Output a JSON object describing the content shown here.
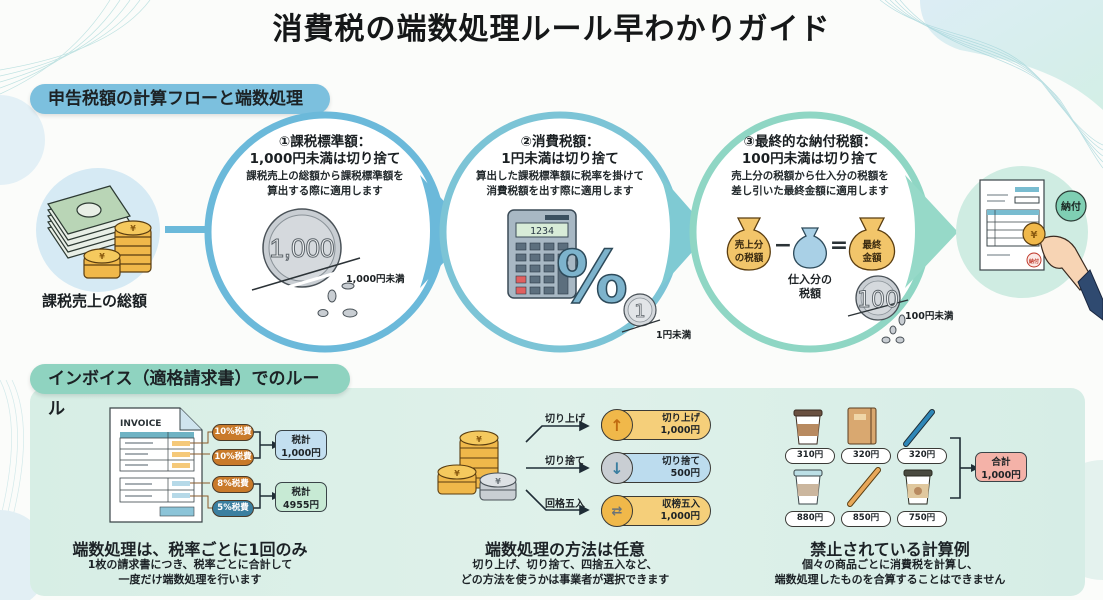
{
  "title": "消費税の端数処理ルール早わかりガイド",
  "flow_section": {
    "heading": "申告税額の計算フローと端数処理",
    "start": {
      "label": "課税売上の総額",
      "icon": "money-stack-icon"
    },
    "steps": [
      {
        "title_line1": "①課税標準額：",
        "title_line2": "1,000円未満は切り捨て",
        "desc_line1": "課税売上の総額から課税標準額を",
        "desc_line2": "算出する際に適用します",
        "coin_value": "1,000",
        "cut_label": "1,000円未満",
        "accent": "#6bb9da"
      },
      {
        "title_line1": "②消費税額：",
        "title_line2": "1円未満は切り捨て",
        "desc_line1": "算出した課税標準額に税率を掛けて",
        "desc_line2": "消費税額を出す際に適用します",
        "calculator_display": "1234",
        "percent_symbol": "%",
        "coin_value": "1",
        "cut_label": "1円未満",
        "accent": "#7cc4d6"
      },
      {
        "title_line1": "③最終的な納付税額：",
        "title_line2": "100円未満は切り捨て",
        "desc_line1": "売上分の税額から仕入分の税額を",
        "desc_line2": "差し引いた最終金額に適用します",
        "bag_sales": [
          "売上分",
          "の税額"
        ],
        "bag_purchase": [
          "仕入分の",
          "税額"
        ],
        "bag_final": [
          "最終",
          "金額"
        ],
        "minus": "−",
        "equals": "=",
        "coin_value": "100",
        "cut_label": "100円未満",
        "accent": "#8fd6c4"
      }
    ],
    "end": {
      "badge": "納付",
      "stamp": "納付",
      "icon": "payment-document-icon"
    }
  },
  "invoice_section": {
    "heading": "インボイス（適格請求書）でのルール",
    "columns": [
      {
        "invoice_label": "INVOICE",
        "tags": [
          "10%税費",
          "10%税費",
          "8%税費",
          "5%税費"
        ],
        "totals": [
          {
            "line1": "税計",
            "line2": "1,000円"
          },
          {
            "line1": "税計",
            "line2": "4955円"
          }
        ],
        "title": "端数処理は、税率ごとに1回のみ",
        "desc_line1": "1枚の請求書につき、税率ごとに合計して",
        "desc_line2": "一度だけ端数処理を行います"
      },
      {
        "methods": [
          {
            "label": "切り上げ",
            "chip_line1": "切り上げ",
            "chip_line2": "1,000円",
            "icon": "arrow-up-icon",
            "color": "#f5cf7a"
          },
          {
            "label": "切り捨て",
            "chip_line1": "切り捨て",
            "chip_line2": "500円",
            "icon": "arrow-down-icon",
            "color": "#bcdcee"
          },
          {
            "label": "回格五入",
            "chip_line1": "収榜五入",
            "chip_line2": "1,000円",
            "icon": "arrows-swap-icon",
            "color": "#f5cf7a"
          }
        ],
        "title": "端数処理の方法は任意",
        "desc_line1": "切り上げ、切り捨て、四捨五入など、",
        "desc_line2": "どの方法を使うかは事業者が選択できます"
      },
      {
        "items": [
          {
            "name": "coffee-cup",
            "price": "310円"
          },
          {
            "name": "notebook",
            "price": "320円"
          },
          {
            "name": "pen-blue",
            "price": "320円"
          },
          {
            "name": "coffee-cup-light",
            "price": "880円"
          },
          {
            "name": "pen-orange",
            "price": "850円"
          },
          {
            "name": "coffee-cup-dark",
            "price": "750円"
          }
        ],
        "total": {
          "line1": "合計",
          "line2": "1,000円"
        },
        "title": "禁止されている計算例",
        "desc_line1": "個々の商品ごとに消費税を計算し、",
        "desc_line2": "端数処理したものを合算することはできません"
      }
    ]
  },
  "colors": {
    "flow_pill": "#7cc0de",
    "invoice_pill": "#8fd3c0",
    "coin_gold": "#f0b84a",
    "coin_silver": "#c9ced3",
    "tag_orange": "#c97a2a",
    "tag_blue": "#3b7fa0"
  }
}
